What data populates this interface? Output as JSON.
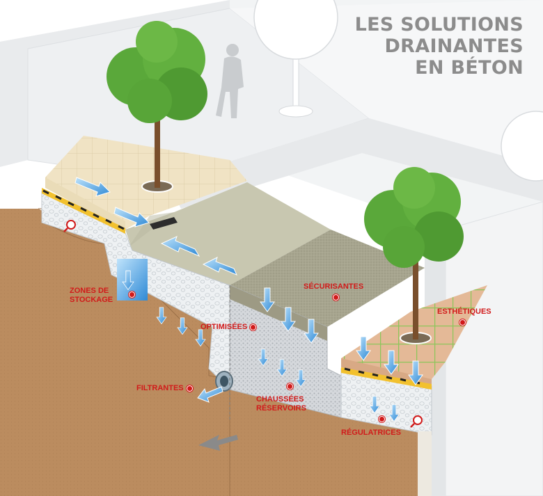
{
  "title": {
    "line1": "LES SOLUTIONS",
    "line2": "DRAINANTES",
    "line3": "EN BÉTON"
  },
  "labels": {
    "zones_line1": "ZONES DE",
    "zones_line2": "STOCKAGE",
    "optimisees": "OPTIMISÉES",
    "securisantes": "SÉCURISANTES",
    "esthetiques": "ESTHÉTIQUES",
    "filtrantes": "FILTRANTES",
    "chaussees_line1": "CHAUSSÉES",
    "chaussees_line2": "RÉSERVOIRS",
    "regulatrices": "RÉGULATRICES"
  },
  "colors": {
    "accent_red": "#d11a1a",
    "title_grey": "#8c8c8c",
    "water_blue": "#3d9be0",
    "soil_brown": "#b98a5c",
    "tree_green": "#5aa83a"
  },
  "icons": [
    "magnifier-icon",
    "flow-arrow-icon",
    "drain-pipe-icon",
    "tree-icon",
    "person-icon"
  ]
}
